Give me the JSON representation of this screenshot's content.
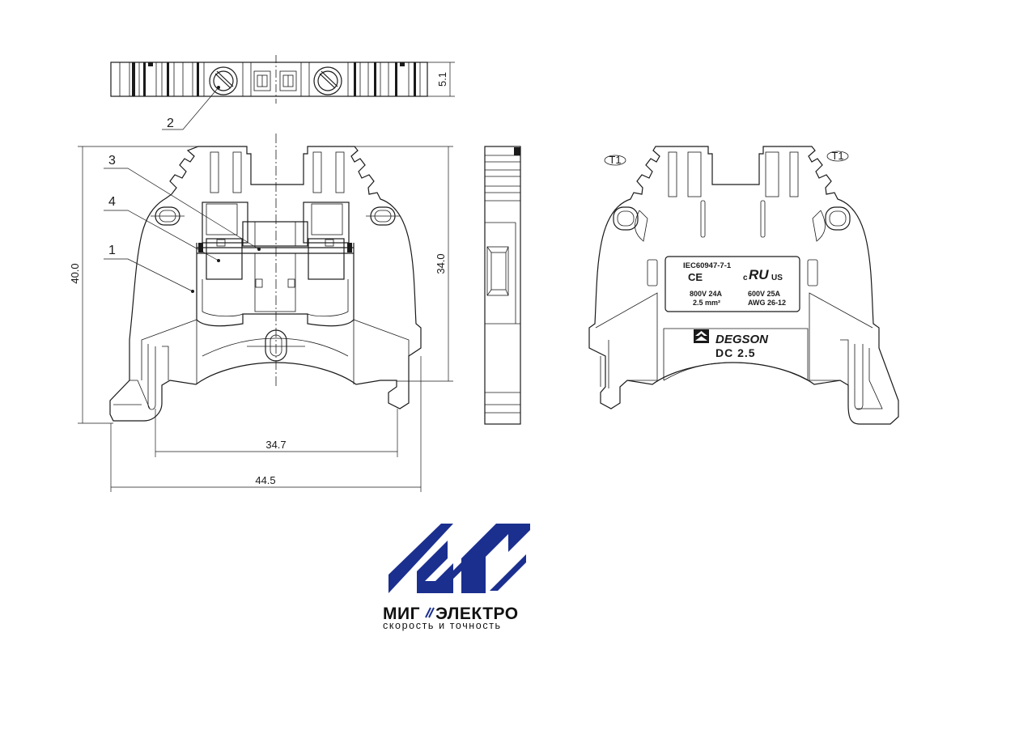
{
  "dimensions": {
    "height_top": "5.1",
    "height_total": "40.0",
    "height_rail": "34.0",
    "width_rail": "34.7",
    "width_total": "44.5"
  },
  "callouts": [
    "2",
    "3",
    "4",
    "1"
  ],
  "tags": [
    "T1",
    "T1"
  ],
  "label": {
    "standard": "IEC60947-7-1",
    "ce_mark": "CE",
    "ul_c": "c",
    "ul_mark": "RU",
    "ul_us": "US",
    "iec_rating": "800V  24A",
    "iec_section": "2.5 mm²",
    "ul_rating": "600V  25A",
    "ul_awg": "AWG  26-12"
  },
  "product": {
    "brand": "DEGSON",
    "model": "DC 2.5"
  },
  "logo": {
    "name_left": "МИГ",
    "name_right": "ЭЛЕКТРО",
    "slogan": "скорость и точность",
    "color": "#1b2f8f"
  }
}
